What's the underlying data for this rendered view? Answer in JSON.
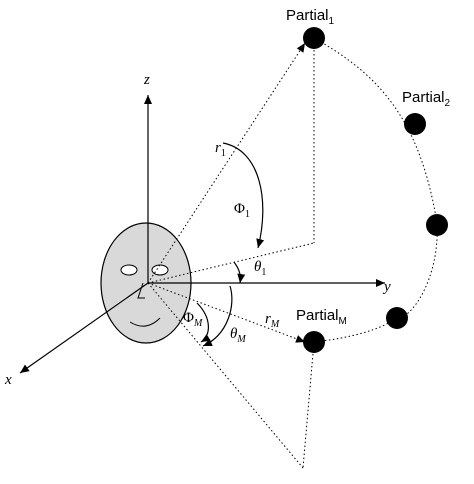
{
  "axes": {
    "x": "x",
    "y": "y",
    "z": "z"
  },
  "partials": {
    "first": {
      "base": "Partial",
      "sub": "1"
    },
    "second": {
      "base": "Partial",
      "sub": "2"
    },
    "last": {
      "base": "Partial",
      "sub": "M"
    }
  },
  "labels": {
    "r1": {
      "base": "r",
      "sub": "1"
    },
    "rM": {
      "base": "r",
      "sub": "M"
    },
    "phi1": {
      "base": "Φ",
      "sub": "1"
    },
    "theta1": {
      "base": "θ",
      "sub": "1"
    },
    "phiM": {
      "base": "Φ",
      "sub": "M"
    },
    "thetaM": {
      "base": "θ",
      "sub": "M"
    }
  },
  "colors": {
    "ink": "#000000",
    "face_fill": "#d9d9d9",
    "partial_dot": "#000000"
  }
}
